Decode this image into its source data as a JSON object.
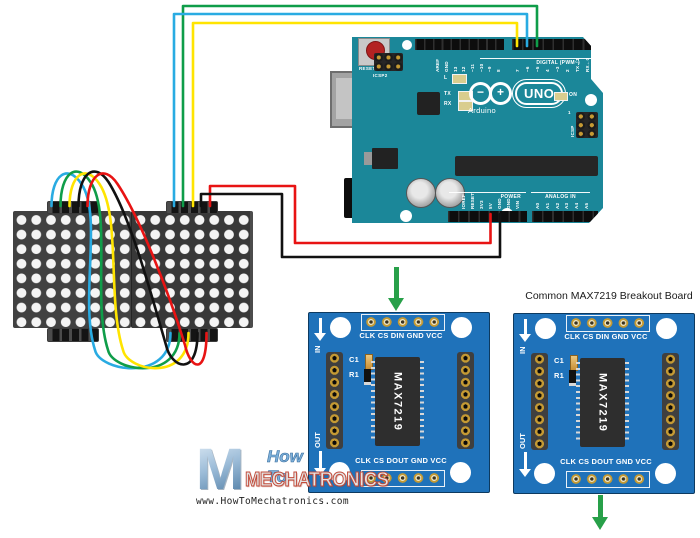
{
  "colors": {
    "wire_yellow": "#ffe400",
    "wire_blue": "#29abe2",
    "wire_green": "#0f9d49",
    "wire_red": "#e81313",
    "wire_black": "#111111",
    "arduino_teal": "#1b8799",
    "pcb_blue": "#1f72ba",
    "arrow_green": "#28a049",
    "matrix_dark": "#3d3d3d"
  },
  "arduino": {
    "brand": "Arduino",
    "model": "UNO",
    "reset_label": "RESET",
    "icsp2_label": "ICSP2",
    "icsp_label": "ICSP",
    "icsp_pin1": "1",
    "led_l": "L",
    "led_tx": "TX",
    "led_rx": "RX",
    "led_on": "ON",
    "digital_caption": "DIGITAL (PWM~)",
    "power_caption": "POWER",
    "analog_caption": "ANALOG IN",
    "digital_pins": [
      "AREF",
      "GND",
      "13",
      "12",
      "~11",
      "~10",
      "~9",
      "8",
      "7",
      "~6",
      "~5",
      "4",
      "~3",
      "2",
      "TX→1",
      "RX←0"
    ],
    "power_pins": [
      "IOREF",
      "RESET",
      "3V3",
      "5V",
      "GND",
      "GND",
      "VIN"
    ],
    "analog_pins": [
      "A0",
      "A1",
      "A2",
      "A3",
      "A4",
      "A5"
    ]
  },
  "max_board": {
    "title": "Common MAX7219 Breakout Board",
    "top_header": "CLK CS DIN GND VCC",
    "bottom_header": "CLK CS DOUT GND VCC",
    "chip": "MAX7219",
    "cap": "C1",
    "res": "R1",
    "in_label": "IN",
    "out_label": "OUT"
  },
  "watermark": {
    "logo": "M",
    "line1": "How To",
    "line2": "MECHATRONICS",
    "url": "www.HowToMechatronics.com"
  }
}
